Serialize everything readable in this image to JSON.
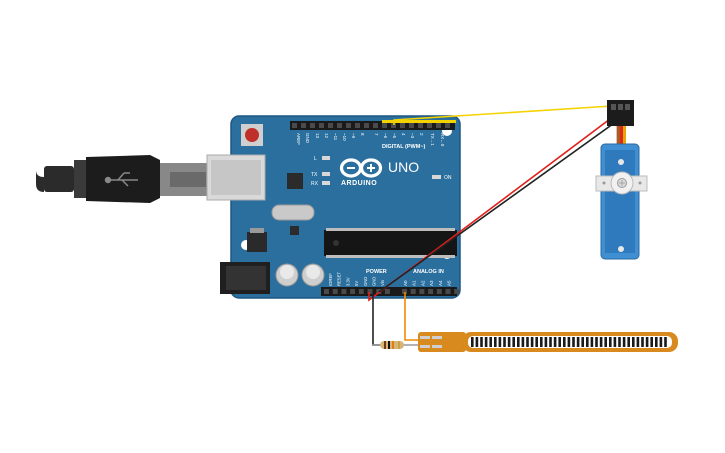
{
  "board": {
    "brand": "ARDUINO",
    "model": "UNO",
    "header_digital": "DIGITAL (PWM~)",
    "header_power": "POWER",
    "header_analog": "ANALOG IN",
    "on_label": "ON",
    "l_label": "L",
    "tx_label": "TX",
    "rx_label": "RX",
    "digital_pins": [
      "AREF",
      "GND",
      "13",
      "12",
      "~11",
      "~10",
      "~9",
      "8",
      "7",
      "~6",
      "~5",
      "4",
      "~3",
      "2",
      "TX→1",
      "RX←0"
    ],
    "power_pins": [
      "IOREF",
      "RESET",
      "3.3V",
      "5V",
      "GND",
      "GND",
      "Vin"
    ],
    "analog_pins": [
      "A0",
      "A1",
      "A2",
      "A3",
      "A4",
      "A5"
    ]
  },
  "colors": {
    "board": "#2b6f9e",
    "board_edge": "#1f5780",
    "wire_signal": "#f5d300",
    "wire_power": "#e0201a",
    "wire_ground": "#222222",
    "wire_analog": "#f08c00",
    "servo": "#3f8fd2",
    "flex_sensor": "#d98a1f"
  },
  "icons": {
    "usb_cable": "usb-plug-icon",
    "usb_symbol": "usb-trident-icon",
    "arduino_logo": "infinity-logo-icon"
  }
}
